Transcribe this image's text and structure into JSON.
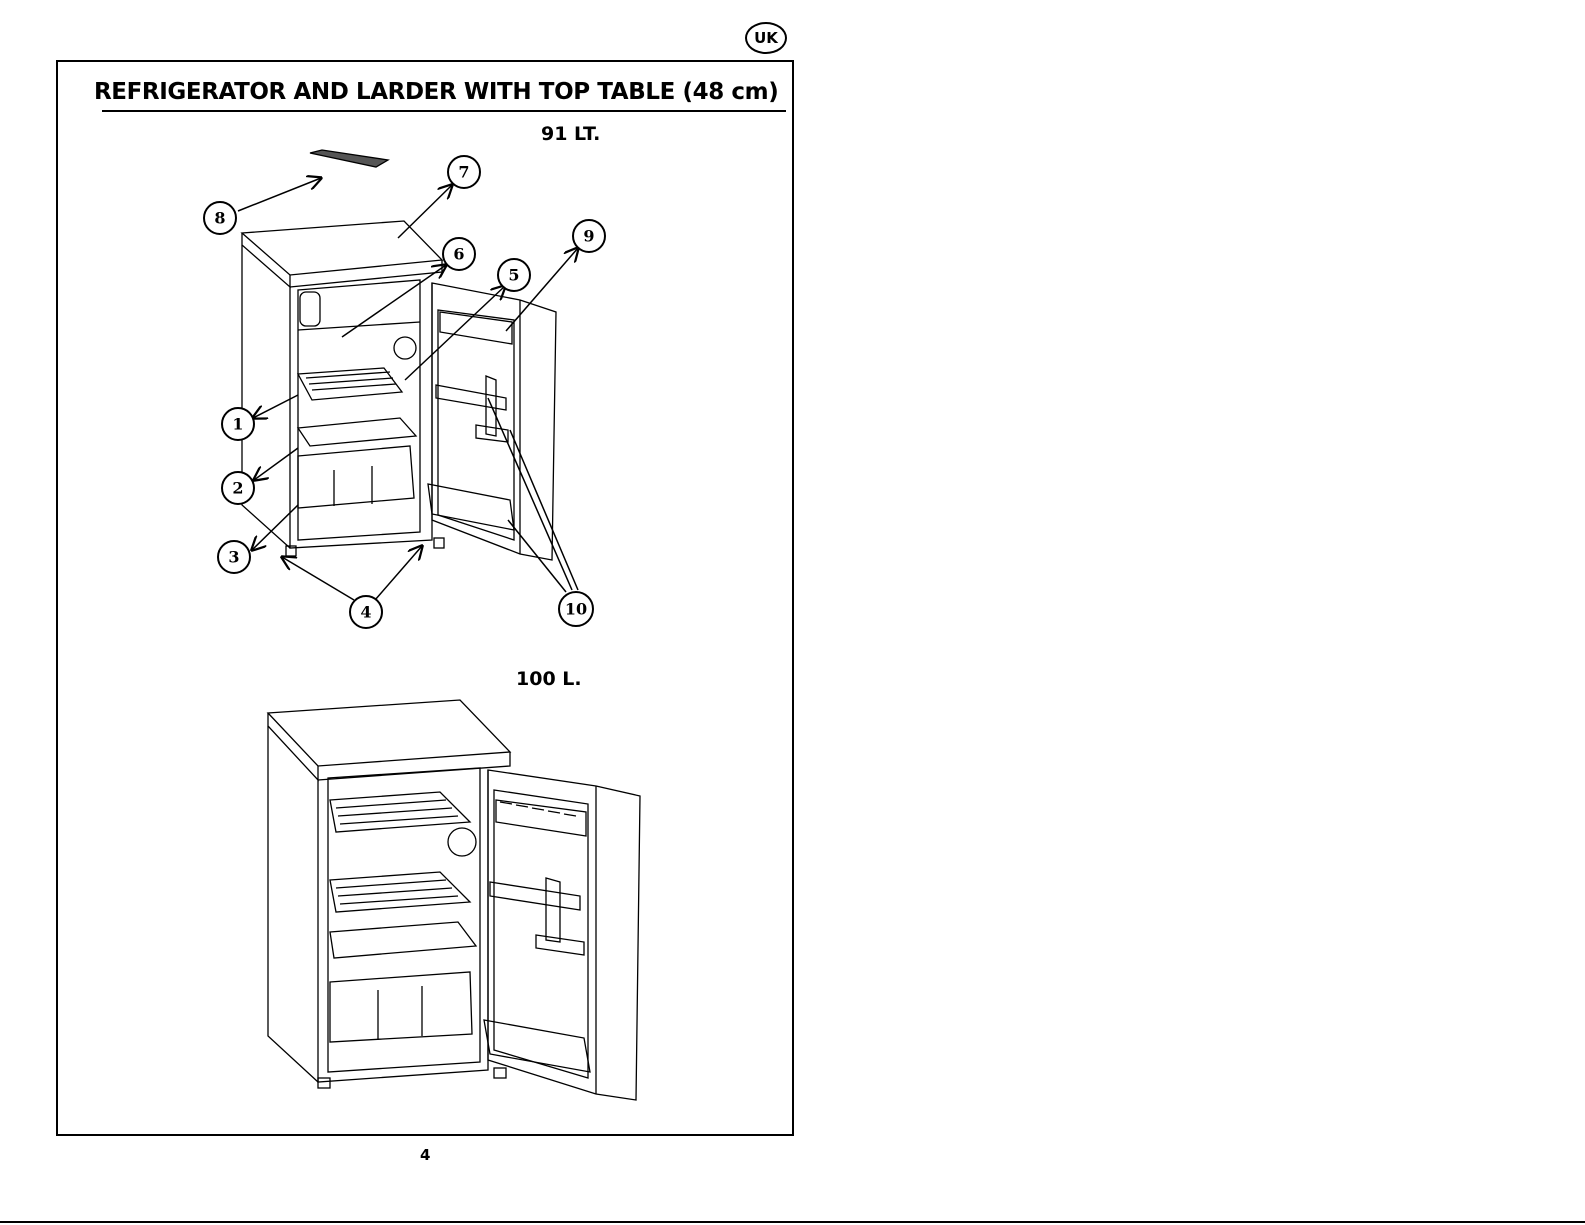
{
  "header": {
    "badge": "UK",
    "title": "REFRIGERATOR  AND LARDER WITH TOP TABLE (48 cm)"
  },
  "figures": [
    {
      "caption": "91 LT."
    },
    {
      "caption": "100 L."
    }
  ],
  "callouts": [
    "1",
    "2",
    "3",
    "4",
    "5",
    "6",
    "7",
    "8",
    "9",
    "10"
  ],
  "footer": {
    "page_number": "4"
  },
  "icons": {
    "badge": "uk-language-badge"
  }
}
